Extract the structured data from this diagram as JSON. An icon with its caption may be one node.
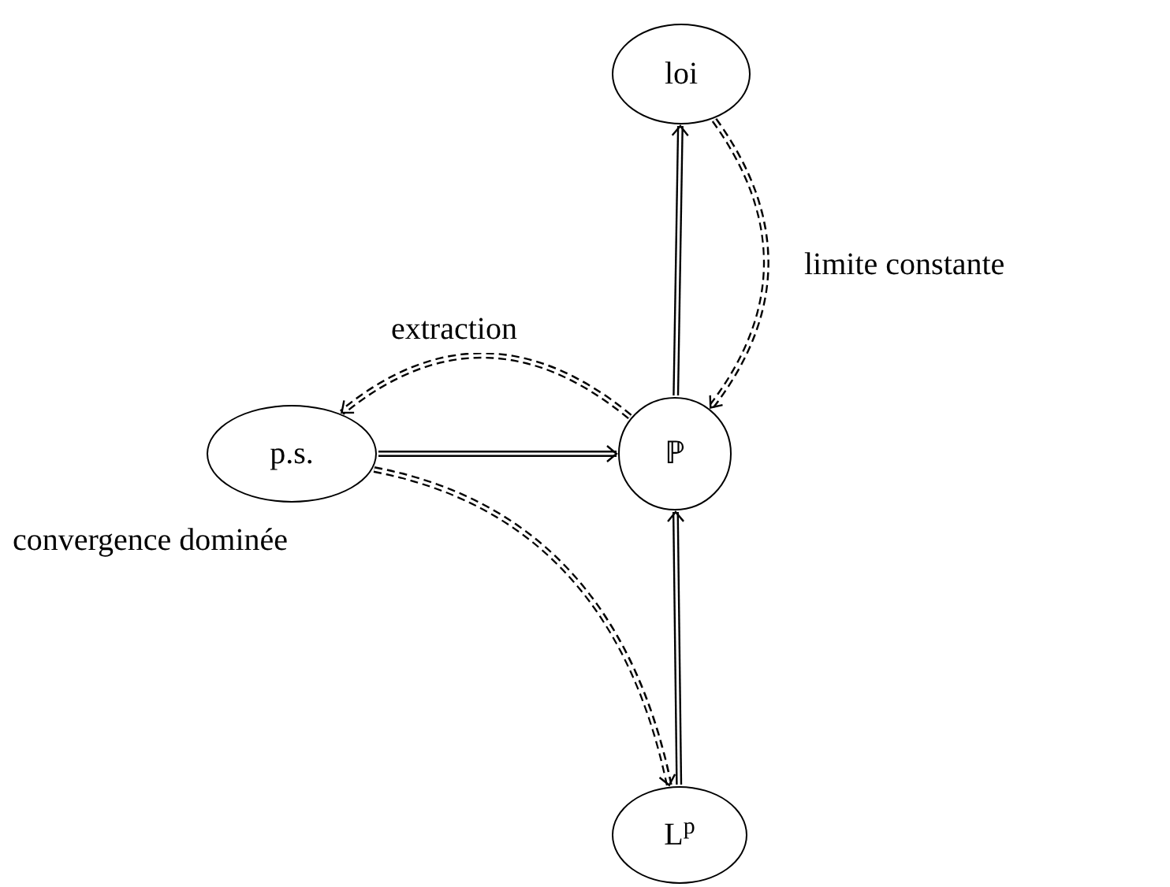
{
  "diagram": {
    "nodes": [
      {
        "text": [
          "loi"
        ]
      },
      {
        "text": [
          "p.s."
        ]
      },
      {
        "text": [
          "ℙ"
        ]
      },
      {
        "text": [
          "L$^{p}$"
        ]
      }
    ],
    "edges": [
      {
        "from": 2,
        "to": 0,
        "arrow": "to"
      },
      {
        "from": 0,
        "to": 2,
        "arrow": "to",
        "style": "dashed",
        "label": "limite constante"
      },
      {
        "from": 2,
        "to": 1,
        "arrow": "to",
        "style": "dashed",
        "label": "extraction"
      },
      {
        "from": 1,
        "to": 2,
        "arrow": "to"
      },
      {
        "from": 1,
        "to": 3,
        "arrow": "to",
        "style": "dashed",
        "label": "convergence dominée"
      },
      {
        "from": 3,
        "to": 2,
        "arrow": "to"
      }
    ]
  }
}
